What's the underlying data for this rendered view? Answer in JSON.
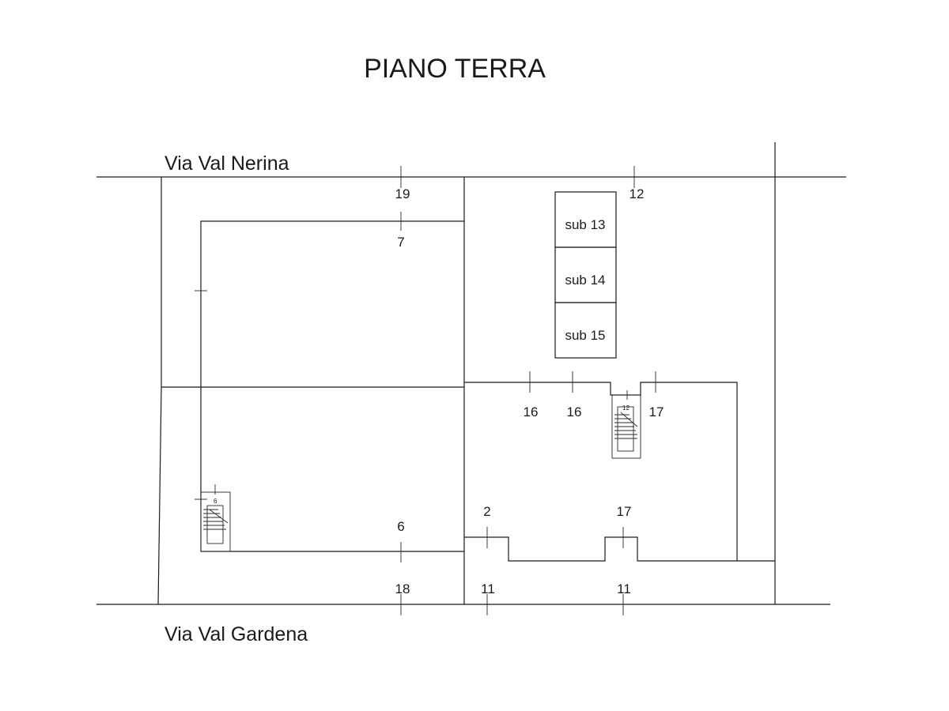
{
  "title": "PIANO TERRA",
  "streets": {
    "north": "Via Val Nerina",
    "south": "Via Val Gardena"
  },
  "subunits": [
    "sub 13",
    "sub 14",
    "sub 15"
  ],
  "labels": {
    "n19": "19",
    "n12_top": "12",
    "n7": "7",
    "n16a": "16",
    "n16b": "16",
    "n17_mid": "17",
    "n6": "6",
    "n2": "2",
    "n17_low": "17",
    "n18": "18",
    "n11a": "11",
    "n11b": "11",
    "stair_left": "6",
    "stair_right": "12"
  }
}
